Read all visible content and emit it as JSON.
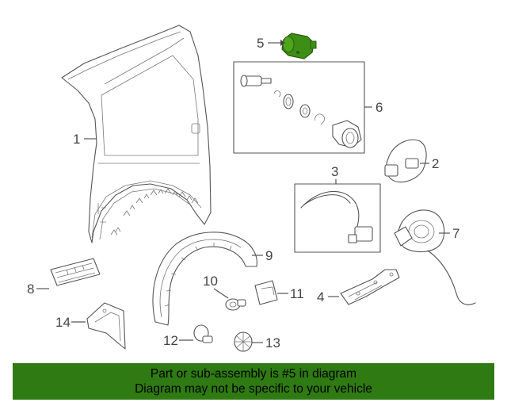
{
  "diagram": {
    "highlight_color": "#3c8f14",
    "banner_color": "#2f7a12",
    "callouts": [
      {
        "id": "1",
        "label": "1"
      },
      {
        "id": "2",
        "label": "2"
      },
      {
        "id": "3",
        "label": "3"
      },
      {
        "id": "4",
        "label": "4"
      },
      {
        "id": "5",
        "label": "5"
      },
      {
        "id": "6",
        "label": "6"
      },
      {
        "id": "7",
        "label": "7"
      },
      {
        "id": "8",
        "label": "8"
      },
      {
        "id": "9",
        "label": "9"
      },
      {
        "id": "10",
        "label": "10"
      },
      {
        "id": "11",
        "label": "11"
      },
      {
        "id": "12",
        "label": "12"
      },
      {
        "id": "13",
        "label": "13"
      },
      {
        "id": "14",
        "label": "14"
      }
    ]
  },
  "banner": {
    "line1": "Part or sub-assembly is #5 in diagram",
    "line2": "Diagram may not be specific to your vehicle"
  }
}
